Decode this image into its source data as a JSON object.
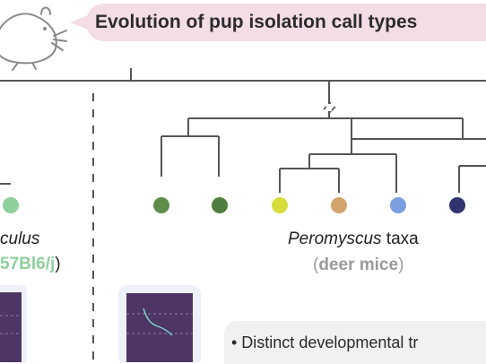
{
  "banner": {
    "title": "Evolution of pup isolation call types"
  },
  "mus_musculus": {
    "name": "culus",
    "strain": "57Bl6/j",
    "strain_paren_close": ")",
    "color": "#8fcf9c"
  },
  "peromyscus": {
    "name_italic": "Peromyscus",
    "name_rest": " taxa",
    "common_open": "(",
    "common": "deer mice",
    "common_close": ")"
  },
  "taxa_colors": [
    "#5e8d4a",
    "#4f7f3e",
    "#d6dd3a",
    "#d3a56c",
    "#7b9ee0",
    "#32346f"
  ],
  "note": {
    "text": "• Distinct developmental tr"
  }
}
